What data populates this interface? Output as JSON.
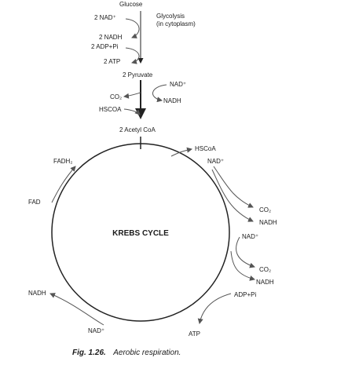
{
  "glycolysis": {
    "glucose": "Glucose",
    "nad": "2 NAD⁺",
    "nadh": "2 NADH",
    "adp": "2 ADP+Pi",
    "atp": "2 ATP",
    "note_line1": "Glycolysis",
    "note_line2": "(in cytoplasm)",
    "pyruvate": "2 Pyruvate"
  },
  "link": {
    "nad": "NAD⁺",
    "co2": "CO₂",
    "nadh": "NADH",
    "hscoa": "HSCOA",
    "acetyl": "2 Acetyl CoA"
  },
  "krebs": {
    "title": "KREBS CYCLE",
    "hscoa": "HSCoA",
    "nad1": "NAD⁺",
    "co2_1": "CO₂",
    "nadh1": "NADH",
    "nad2": "NAD⁺",
    "co2_2": "CO₂",
    "nadh2": "NADH",
    "adp": "ADP+Pi",
    "atp": "ATP",
    "nad3": "NAD⁺",
    "nadh3": "NADH",
    "fad": "FAD",
    "fadh2": "FADH₂"
  },
  "caption": {
    "fig": "Fig. 1.26.",
    "text": "Aerobic respiration."
  }
}
